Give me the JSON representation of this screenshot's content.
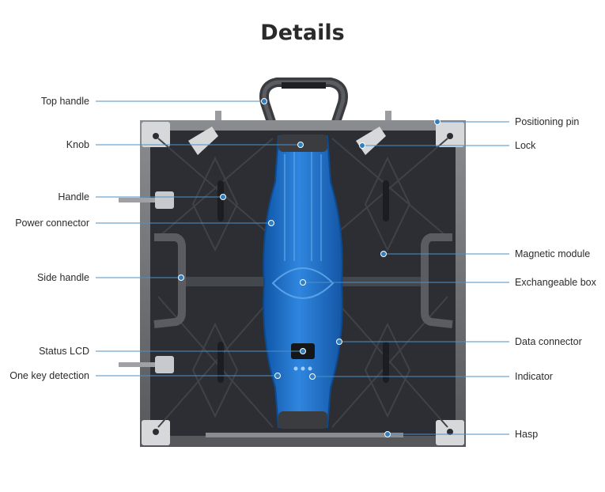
{
  "title": "Details",
  "callouts": {
    "left": {
      "top_handle": "Top handle",
      "knob": "Knob",
      "handle": "Handle",
      "power_connector": "Power connector",
      "side_handle": "Side handle",
      "status_lcd": "Status LCD",
      "one_key_detection": "One key detection"
    },
    "right": {
      "positioning_pin": "Positioning pin",
      "lock": "Lock",
      "magnetic_module": "Magnetic module",
      "exchangeable_box": "Exchangeable box",
      "data_connector": "Data connector",
      "indicator": "Indicator",
      "hasp": "Hasp"
    }
  },
  "colors": {
    "leader_line": "#4a90c8",
    "leader_dot": "#2f7fc1",
    "cabinet_dark": "#2c2e33",
    "frame_grey": "#6d6f74",
    "box_blue": "#1f72c9"
  }
}
